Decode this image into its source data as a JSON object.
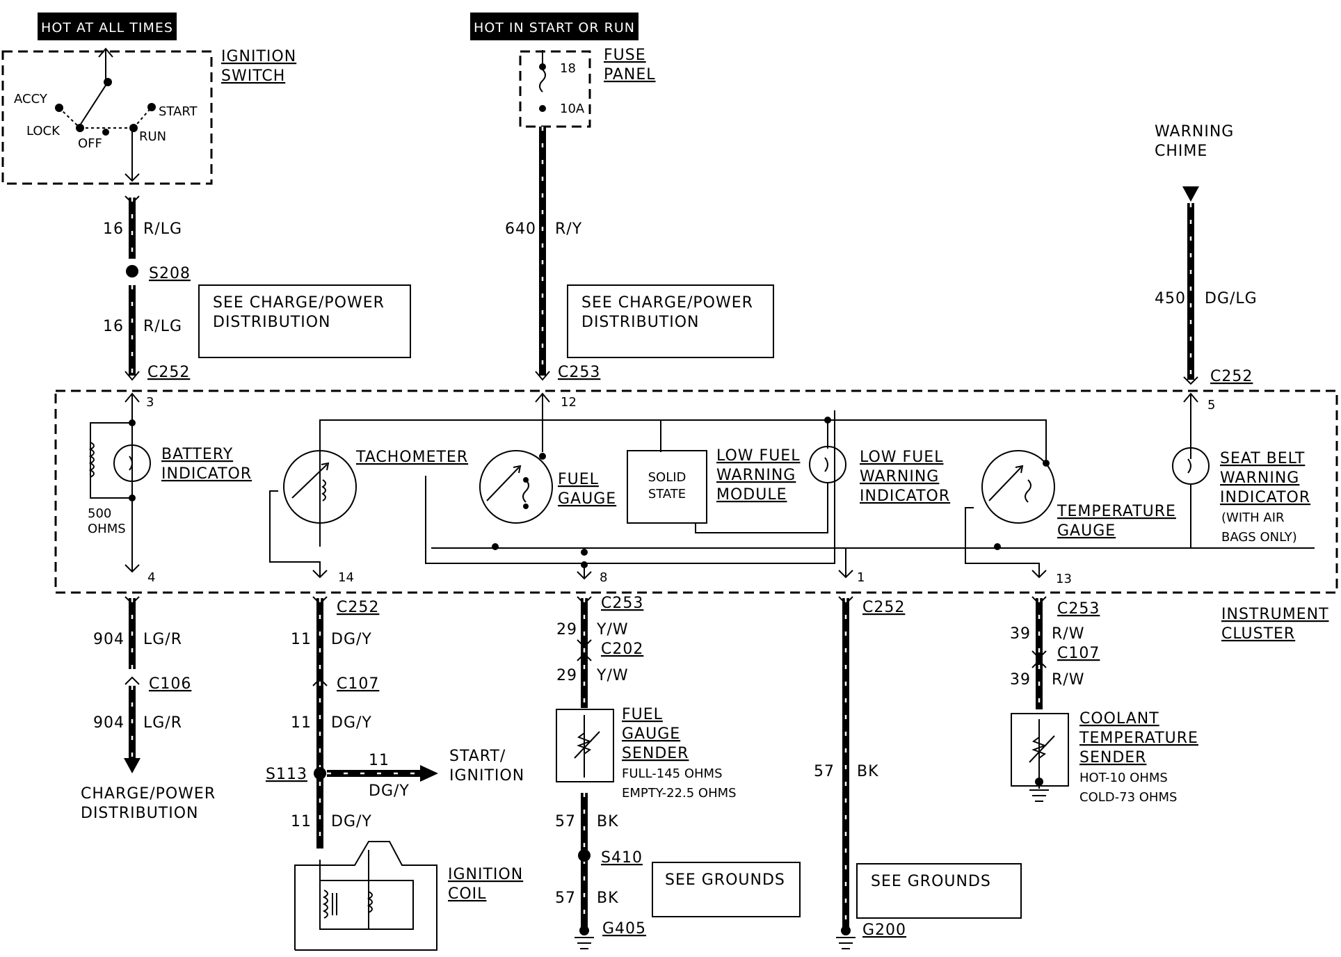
{
  "power_labels": {
    "hot_at_all_times": "HOT AT ALL TIMES",
    "hot_in_start_or_run": "HOT IN START OR RUN"
  },
  "ignition_switch": {
    "title_line1": "IGNITION",
    "title_line2": "SWITCH",
    "positions": {
      "accy": "ACCY",
      "lock": "LOCK",
      "off": "OFF",
      "run": "RUN",
      "start": "START"
    }
  },
  "fuse_panel": {
    "title_line1": "FUSE",
    "title_line2": "PANEL",
    "fuse_number": "18",
    "fuse_rating": "10A"
  },
  "warning_chime": {
    "line1": "WARNING",
    "line2": "CHIME"
  },
  "wires": {
    "w16a": {
      "circuit": "16",
      "color": "R/LG"
    },
    "w16b": {
      "circuit": "16",
      "color": "R/LG"
    },
    "w640": {
      "circuit": "640",
      "color": "R/Y"
    },
    "w450": {
      "circuit": "450",
      "color": "DG/LG"
    },
    "w904a": {
      "circuit": "904",
      "color": "LG/R"
    },
    "w904b": {
      "circuit": "904",
      "color": "LG/R"
    },
    "w11a": {
      "circuit": "11",
      "color": "DG/Y"
    },
    "w11b": {
      "circuit": "11",
      "color": "DG/Y"
    },
    "w11c": {
      "circuit": "11",
      "color": "DG/Y"
    },
    "w11d": {
      "circuit": "11",
      "color": "DG/Y"
    },
    "w29a": {
      "circuit": "29",
      "color": "Y/W"
    },
    "w29b": {
      "circuit": "29",
      "color": "Y/W"
    },
    "w57a": {
      "circuit": "57",
      "color": "BK"
    },
    "w57b": {
      "circuit": "57",
      "color": "BK"
    },
    "w57c": {
      "circuit": "57",
      "color": "BK"
    },
    "w39a": {
      "circuit": "39",
      "color": "R/W"
    },
    "w39b": {
      "circuit": "39",
      "color": "R/W"
    }
  },
  "connectors": {
    "s208": "S208",
    "c252_a": "C252",
    "c253_a": "C253",
    "c252_b": "C252",
    "c252_c": "C252",
    "c106": "C106",
    "c107_a": "C107",
    "s113": "S113",
    "c253_b": "C253",
    "c202": "C202",
    "s410": "S410",
    "g405": "G405",
    "c252_d": "C252",
    "g200": "G200",
    "c253_c": "C253",
    "c107_b": "C107"
  },
  "pins": {
    "p3": "3",
    "p12": "12",
    "p5": "5",
    "p4": "4",
    "p14": "14",
    "p8": "8",
    "p1": "1",
    "p13": "13"
  },
  "see_boxes": {
    "charge1_line1": "SEE CHARGE/POWER",
    "charge1_line2": "DISTRIBUTION",
    "charge2_line1": "SEE CHARGE/POWER",
    "charge2_line2": "DISTRIBUTION",
    "grounds1": "SEE GROUNDS",
    "grounds2": "SEE GROUNDS"
  },
  "cluster": {
    "title_line1": "INSTRUMENT",
    "title_line2": "CLUSTER",
    "battery_line1": "BATTERY",
    "battery_line2": "INDICATOR",
    "resistor_line1": "500",
    "resistor_line2": "OHMS",
    "tachometer": "TACHOMETER",
    "fuel_gauge_line1": "FUEL",
    "fuel_gauge_line2": "GAUGE",
    "solid_state_line1": "SOLID",
    "solid_state_line2": "STATE",
    "lfwm_line1": "LOW FUEL",
    "lfwm_line2": "WARNING",
    "lfwm_line3": "MODULE",
    "lfwi_line1": "LOW FUEL",
    "lfwi_line2": "WARNING",
    "lfwi_line3": "INDICATOR",
    "temp_line1": "TEMPERATURE",
    "temp_line2": "GAUGE",
    "seat_line1": "SEAT BELT",
    "seat_line2": "WARNING",
    "seat_line3": "INDICATOR",
    "seat_line4": "(WITH AIR",
    "seat_line5": "BAGS ONLY)"
  },
  "bottom": {
    "charge_dist_line1": "CHARGE/POWER",
    "charge_dist_line2": "DISTRIBUTION",
    "start_ign_line1": "START/",
    "start_ign_line2": "IGNITION",
    "coil_line1": "IGNITION",
    "coil_line2": "COIL",
    "fuel_sender_line1": "FUEL",
    "fuel_sender_line2": "GAUGE",
    "fuel_sender_line3": "SENDER",
    "fuel_full": "FULL-145 OHMS",
    "fuel_empty": "EMPTY-22.5 OHMS",
    "coolant_line1": "COOLANT",
    "coolant_line2": "TEMPERATURE",
    "coolant_line3": "SENDER",
    "coolant_hot": "HOT-10 OHMS",
    "coolant_cold": "COLD-73 OHMS"
  }
}
